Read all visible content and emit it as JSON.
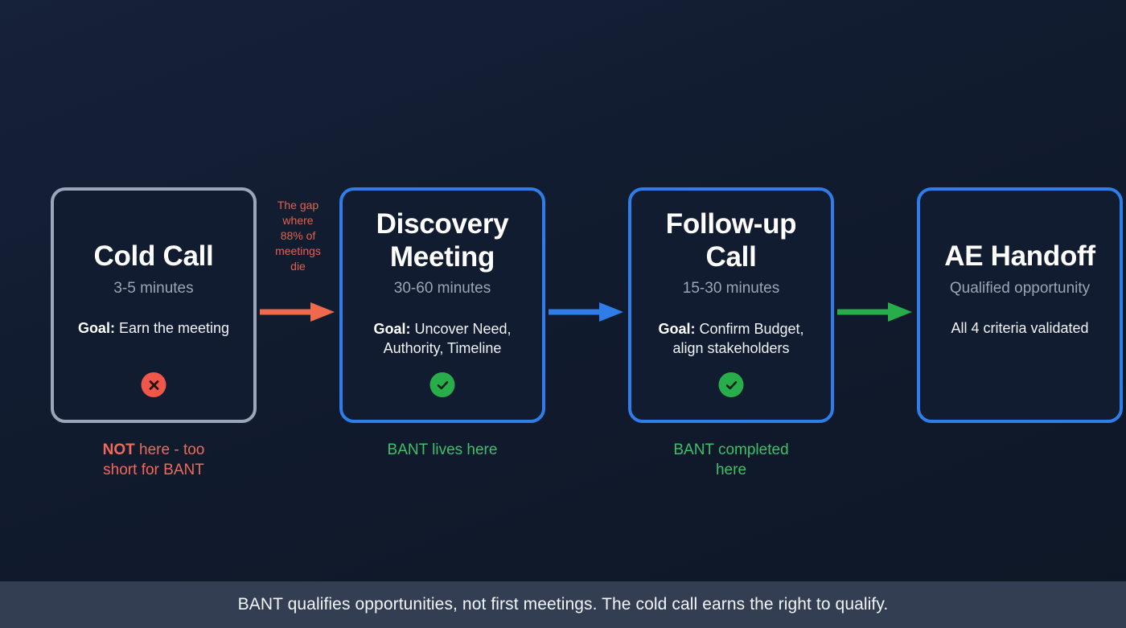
{
  "colors": {
    "background_top": "#16213a",
    "background_bottom": "#0e1726",
    "card_fill": "#111c30",
    "border_blue": "#2f7de8",
    "border_gray": "#9aa6b9",
    "arrow_orange": "#ef6a4d",
    "arrow_blue": "#2f7de8",
    "arrow_green": "#27ae4a",
    "fail_red": "#f0564a",
    "pass_green": "#27ae4a",
    "label_red": "#ef6a5a",
    "label_green": "#3cc06a",
    "footer_bar": "#333e52",
    "muted_text": "#9aa5b6"
  },
  "stages": [
    {
      "id": "cold-call",
      "title": "Cold Call",
      "duration": "3-5 minutes",
      "goal_label": "Goal:",
      "goal_text": " Earn the meeting",
      "status_icon": "x-circle-icon",
      "border_style": "gray",
      "single_line_title": true,
      "label_bold": "NOT",
      "label_rest": " here - too\nshort for BANT",
      "label_color": "red"
    },
    {
      "id": "discovery-meeting",
      "title": "Discovery\nMeeting",
      "duration": "30-60 minutes",
      "goal_label": "Goal:",
      "goal_text": " Uncover Need,\nAuthority, Timeline",
      "status_icon": "check-circle-icon",
      "border_style": "blue",
      "single_line_title": false,
      "label_bold": "",
      "label_rest": "BANT lives here",
      "label_color": "green"
    },
    {
      "id": "follow-up-call",
      "title": "Follow-up\nCall",
      "duration": "15-30 minutes",
      "goal_label": "Goal:",
      "goal_text": " Confirm Budget,\nalign stakeholders",
      "status_icon": "check-circle-icon",
      "border_style": "blue",
      "single_line_title": false,
      "label_bold": "",
      "label_rest": "BANT completed\nhere",
      "label_color": "green"
    },
    {
      "id": "ae-handoff",
      "title": "AE Handoff",
      "duration": "Qualified opportunity",
      "goal_label": "",
      "goal_text": "All 4 criteria validated",
      "status_icon": "",
      "border_style": "blue",
      "single_line_title": true,
      "label_bold": "",
      "label_rest": "",
      "label_color": "green"
    }
  ],
  "connectors": [
    {
      "id": "cold-to-discovery",
      "note": "The gap\nwhere\n88% of\nmeetings\ndie",
      "arrow_color": "#ef6a4d",
      "arrow_name": "arrow-right-orange-icon"
    },
    {
      "id": "discovery-to-followup",
      "note": "",
      "arrow_color": "#2f7de8",
      "arrow_name": "arrow-right-blue-icon"
    },
    {
      "id": "followup-to-handoff",
      "note": "",
      "arrow_color": "#27ae4a",
      "arrow_name": "arrow-right-green-icon"
    }
  ],
  "footer": {
    "text": "BANT qualifies opportunities, not first meetings. The cold call earns the right to qualify."
  }
}
